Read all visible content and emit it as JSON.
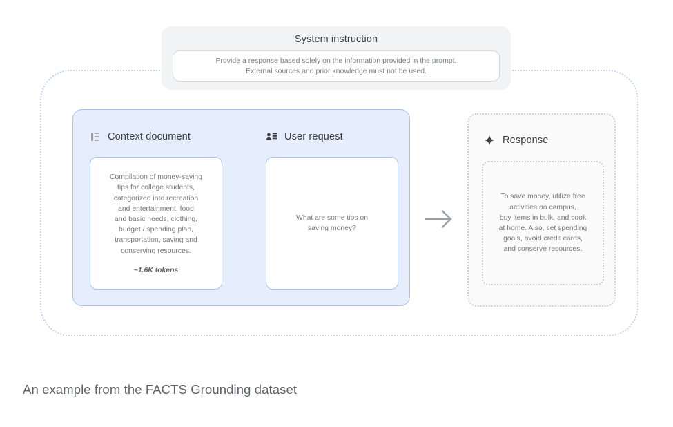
{
  "system_instruction": {
    "title": "System instruction",
    "body": "Provide a response based solely on the information provided in the prompt.\nExternal sources and prior knowledge must not be used."
  },
  "prompt": {
    "context_document": {
      "icon": "article-icon",
      "label": "Context document",
      "body": "Compilation of money-saving\ntips for college students,\ncategorized into recreation\nand entertainment, food\nand basic needs, clothing,\nbudget / spending plan,\ntransportation, saving and\nconserving resources.",
      "tokens": "~1.6K tokens"
    },
    "user_request": {
      "icon": "user-list-icon",
      "label": "User request",
      "body": "What are some tips on\nsaving money?"
    }
  },
  "flow": {
    "arrow_icon": "arrow-right-icon"
  },
  "response": {
    "icon": "sparkle-icon",
    "label": "Response",
    "body": "To save money, utilize free\nactivities on campus,\nbuy items in bulk, and cook\nat home. Also, set spending\ngoals, avoid credit cards,\nand conserve resources."
  },
  "caption": "An example from the FACTS Grounding dataset",
  "colors": {
    "panel_blue_fill": "#e6edfd",
    "panel_blue_border": "#aac2f2",
    "outer_dotted_border": "#c3d4f7",
    "response_fill": "#fafafa",
    "response_border": "#cfd3d6",
    "system_panel_fill": "#f1f3f4",
    "heading_text": "#3c4043",
    "body_text": "#75797e",
    "caption_text": "#5f6368"
  }
}
